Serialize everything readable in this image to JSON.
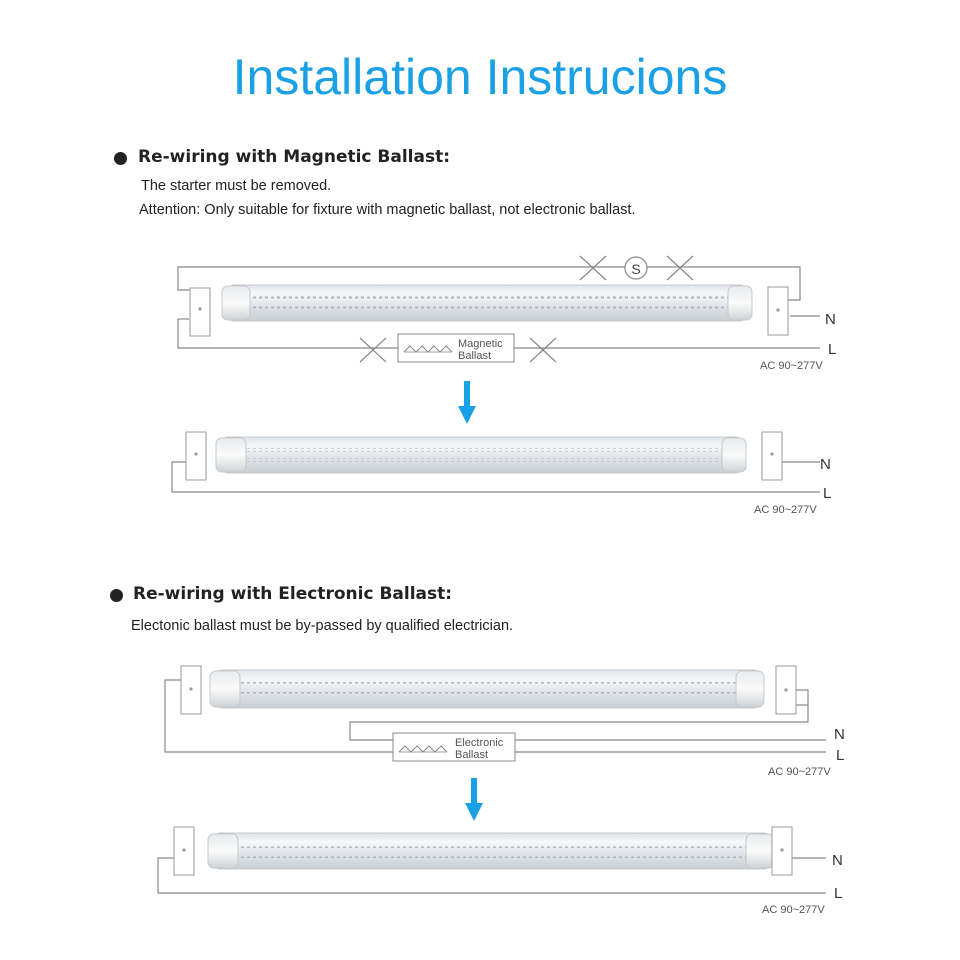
{
  "title": "Installation Instrucions",
  "sections": [
    {
      "heading": "Re-wiring with Magnetic Ballast:",
      "notes": [
        "The starter must be removed.",
        "Attention: Only suitable for fixture with magnetic ballast, not electronic ballast."
      ],
      "before": {
        "starter_label": "S",
        "ballast_line1": "Magnetic",
        "ballast_line2": "Ballast",
        "n_label": "N",
        "l_label": "L",
        "voltage": "AC 90~277V"
      },
      "after": {
        "n_label": "N",
        "l_label": "L",
        "voltage": "AC 90~277V"
      }
    },
    {
      "heading": "Re-wiring with Electronic Ballast:",
      "notes": [
        "Electonic ballast must be by-passed by qualified electrician."
      ],
      "before": {
        "ballast_line1": "Electronic",
        "ballast_line2": "Ballast",
        "n_label": "N",
        "l_label": "L",
        "voltage": "AC 90~277V"
      },
      "after": {
        "n_label": "N",
        "l_label": "L",
        "voltage": "AC 90~277V"
      }
    }
  ],
  "colors": {
    "title": "#1aa0e4",
    "arrow": "#1aa0e4",
    "wire": "#888888"
  }
}
